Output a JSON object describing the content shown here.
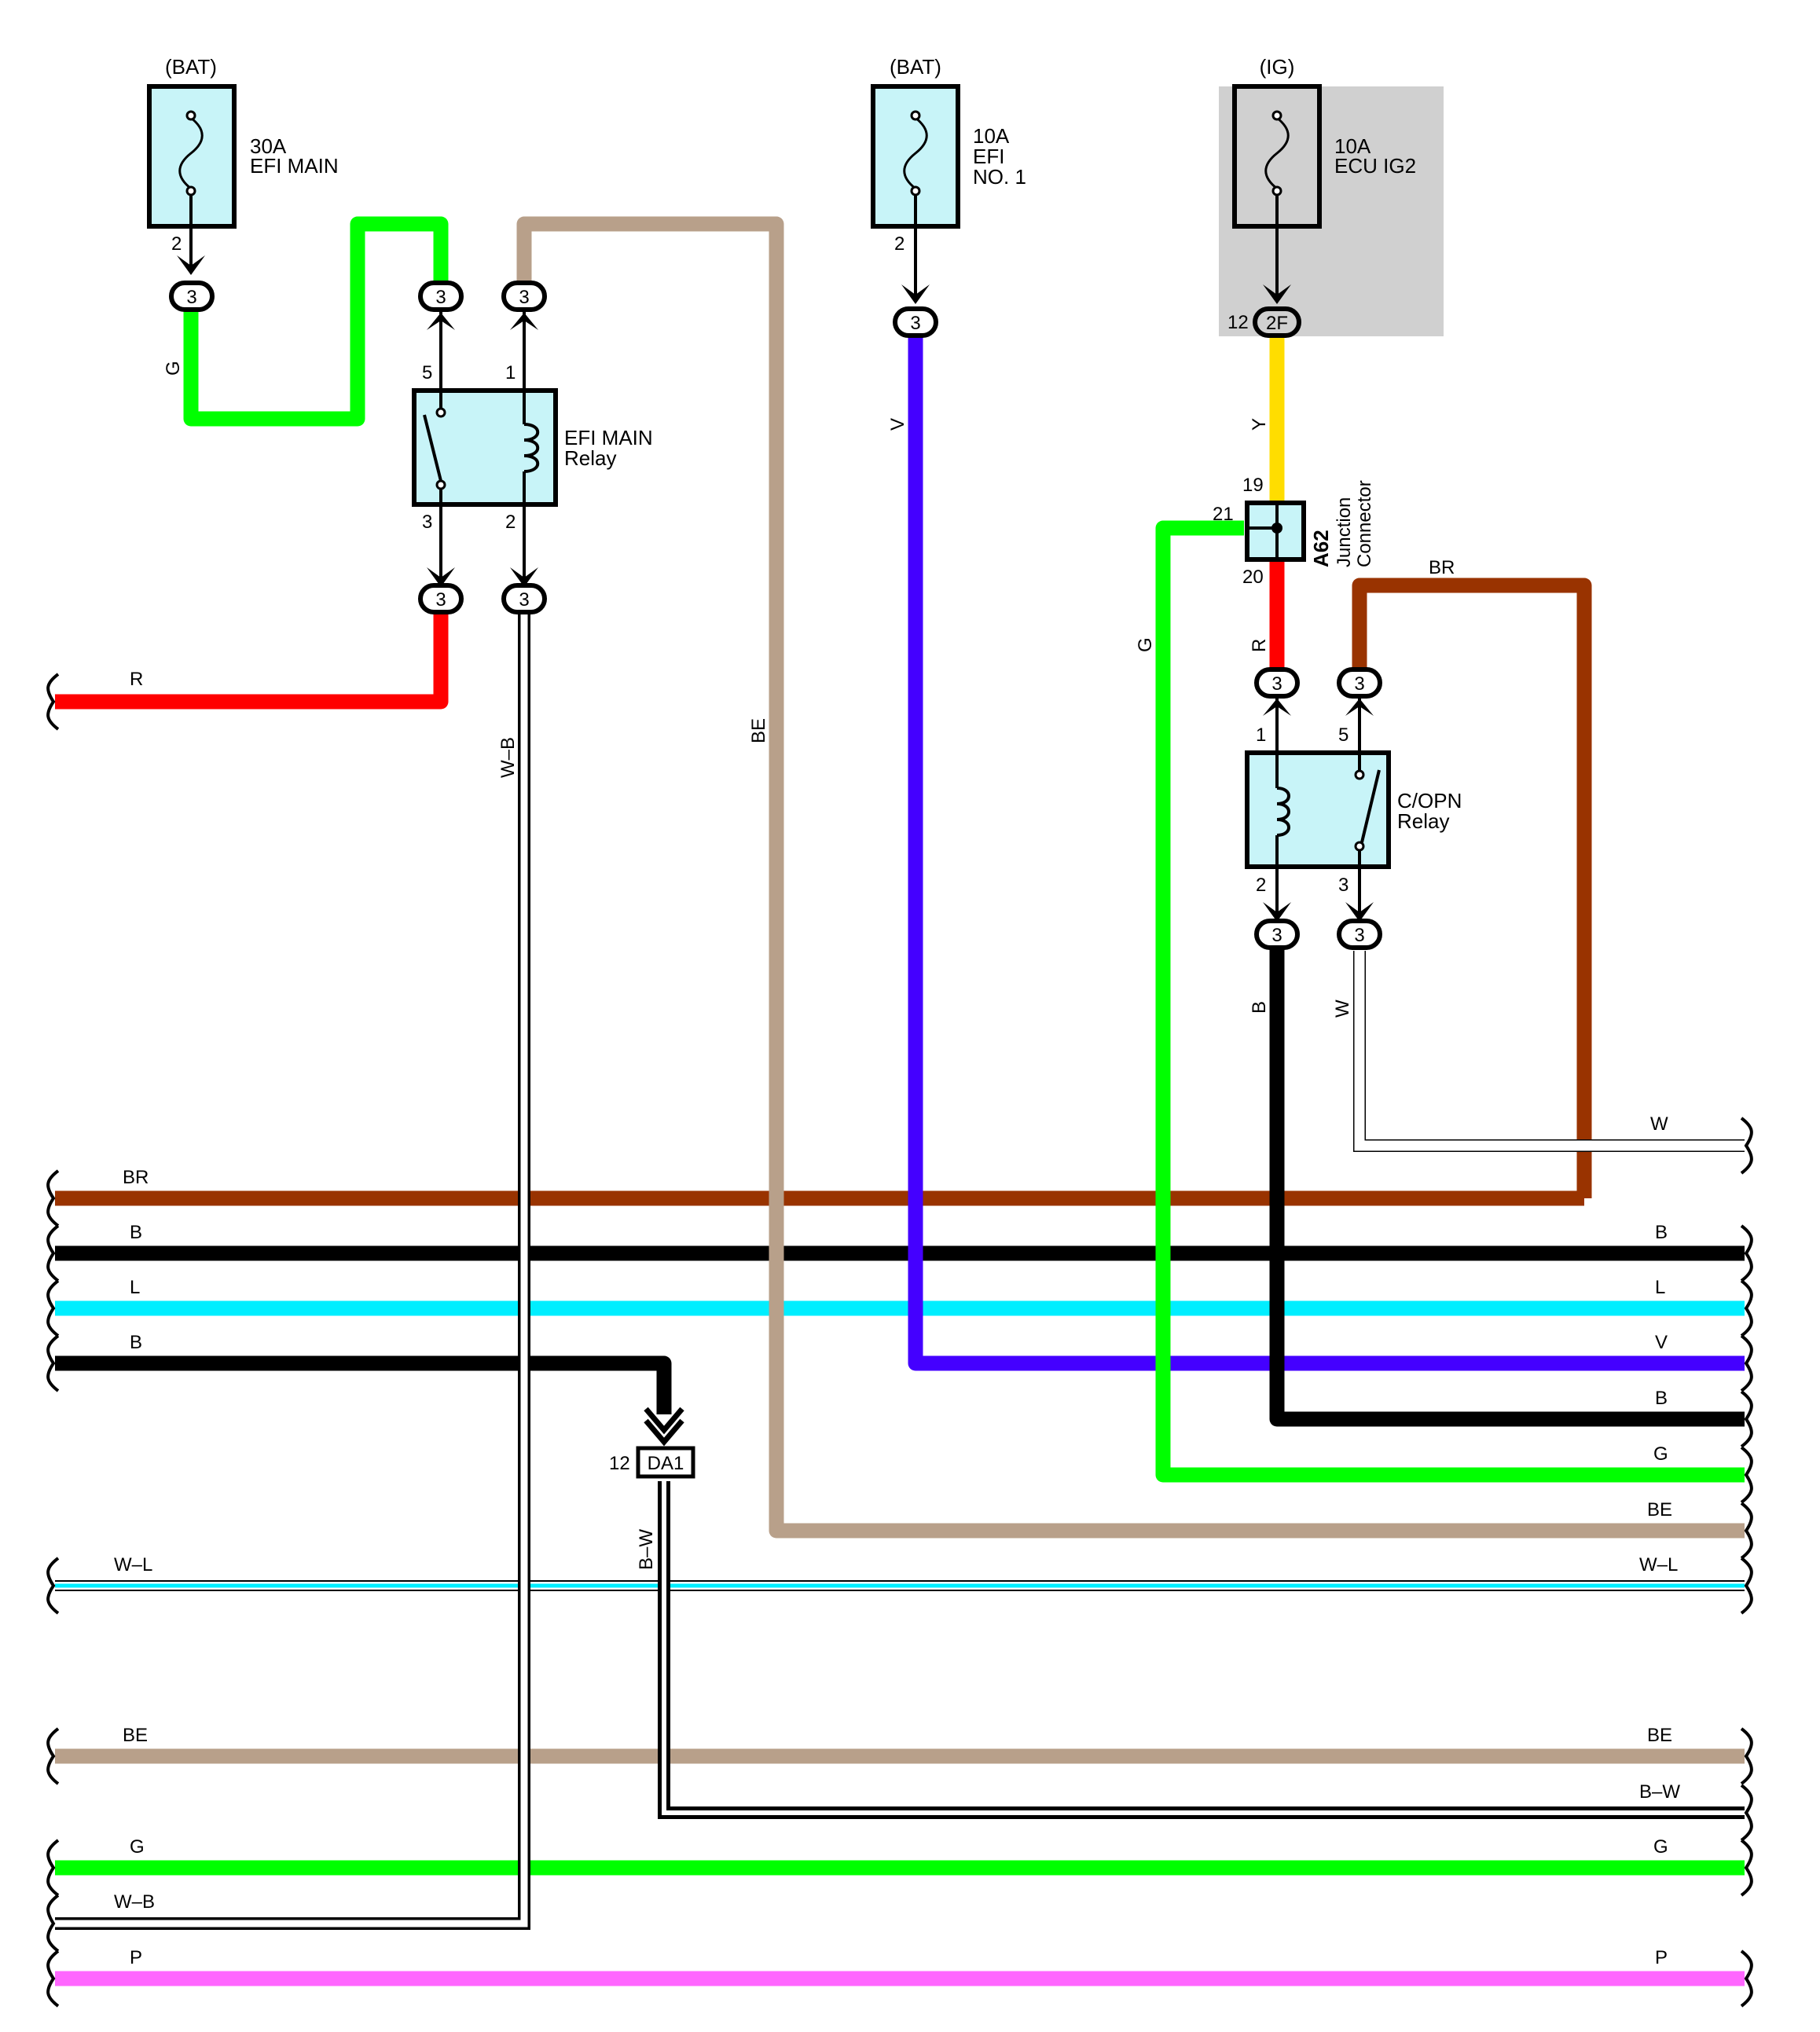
{
  "colors": {
    "green": "#00ff00",
    "tan": "#b8a08a",
    "red": "#ff0000",
    "violet": "#4400ff",
    "yellow": "#ffdd00",
    "brown": "#993300",
    "black": "#000000",
    "cyan": "#00eeff",
    "pink": "#ff66ff",
    "white": "#ffffff",
    "box_fill": "#c8f4f8",
    "ig_area": "#d0d0d0"
  },
  "fuses": {
    "efi_main": {
      "source": "(BAT)",
      "rating": "30A",
      "name1": "EFI MAIN",
      "name2": "",
      "name3": "",
      "pin": "2"
    },
    "efi_no1": {
      "source": "(BAT)",
      "rating": "10A",
      "name1": "EFI",
      "name2": "NO. 1",
      "name3": "",
      "pin": "2"
    },
    "ecu_ig2": {
      "source": "(IG)",
      "rating": "10A",
      "name1": "ECU IG2",
      "name2": "",
      "name3": "",
      "pin": "12"
    }
  },
  "connectors": {
    "c3": "3",
    "c2f": "2F",
    "da1": "DA1",
    "da1_pin": "12"
  },
  "efi_relay": {
    "line1": "EFI MAIN",
    "line2": "Relay",
    "pin5": "5",
    "pin1": "1",
    "pin3": "3",
    "pin2": "2"
  },
  "copn_relay": {
    "line1": "C/OPN",
    "line2": "Relay",
    "pin1": "1",
    "pin5": "5",
    "pin2": "2",
    "pin3": "3"
  },
  "junction": {
    "id": "A62",
    "line1": "Junction",
    "line2": "Connector",
    "pin19": "19",
    "pin21": "21",
    "pin20": "20"
  },
  "wire_labels": {
    "g": "G",
    "be": "BE",
    "r": "R",
    "wb": "W–B",
    "v": "V",
    "y": "Y",
    "br": "BR",
    "b": "B",
    "w": "W",
    "l": "L",
    "wl": "W–L",
    "bw": "B–W",
    "p": "P"
  }
}
